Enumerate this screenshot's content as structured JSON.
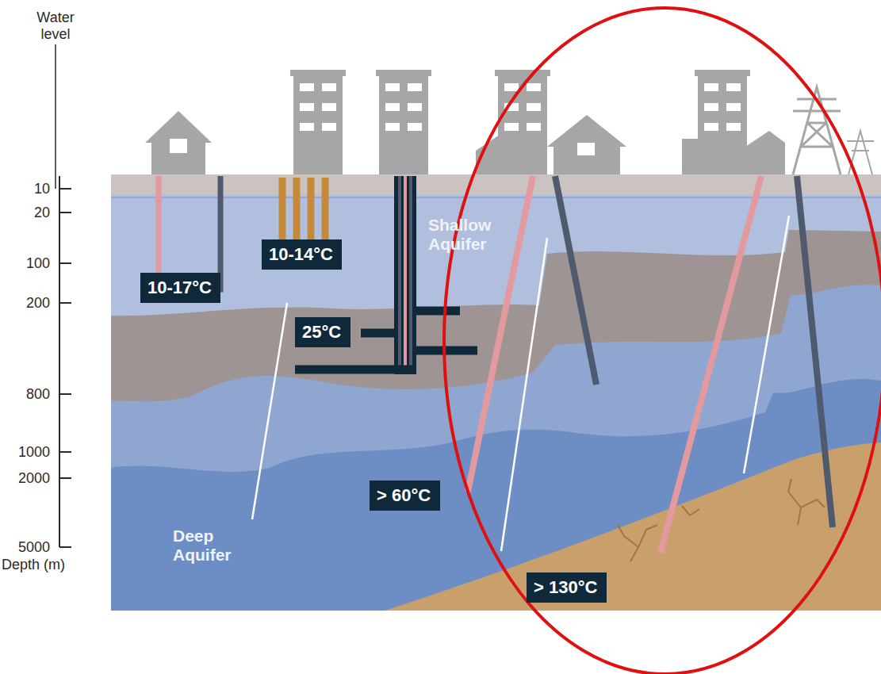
{
  "diagram": {
    "nodes": [
      {
        "text": [
          "10-17°C"
        ]
      },
      {
        "text": [
          "10-14°C"
        ]
      },
      {
        "text": [
          "25°C"
        ]
      },
      {
        "text": [
          "> 60°C"
        ]
      },
      {
        "text": [
          "> 130°C"
        ]
      }
    ],
    "labels": [
      "Water level",
      "10",
      "20",
      "100",
      "200",
      "800",
      "1000",
      "2000",
      "5000",
      "Depth (m)",
      "Shallow Aquifer",
      "Deep Aquifer"
    ]
  }
}
